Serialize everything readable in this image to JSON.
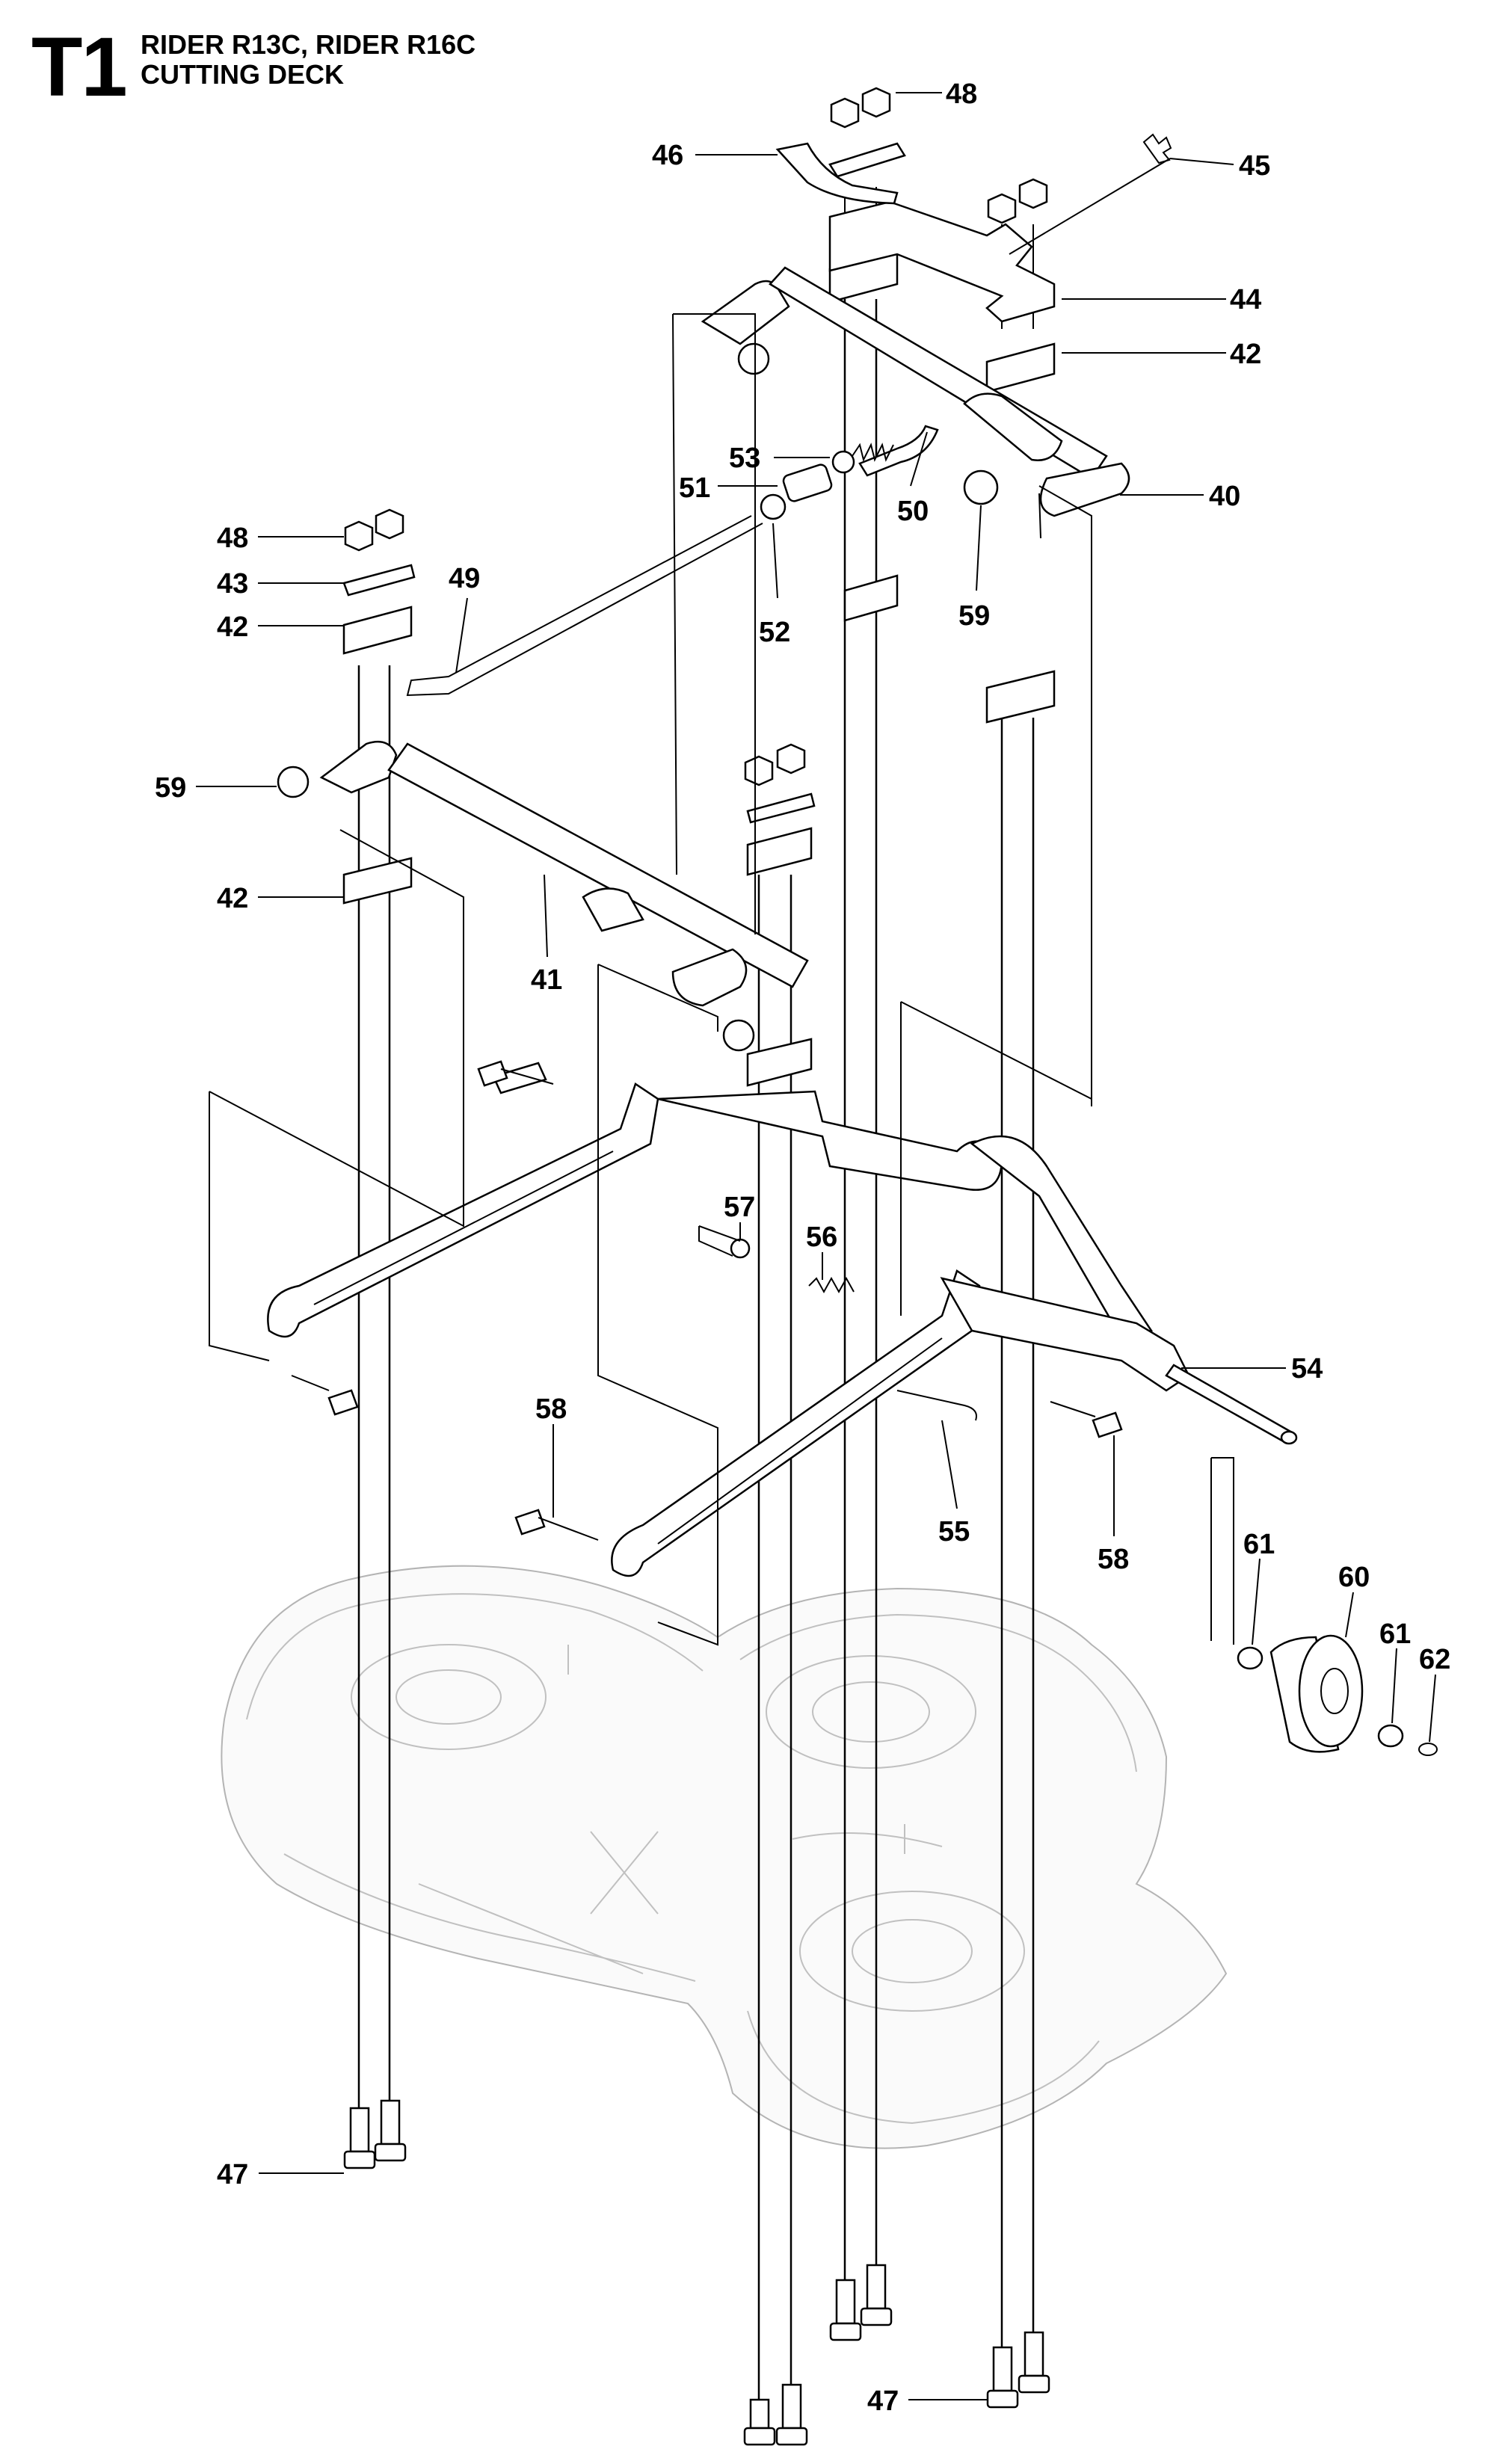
{
  "header": {
    "page_code": "T1",
    "title_lines": [
      "RIDER R13C, RIDER R16C",
      "CUTTING DECK"
    ]
  },
  "callouts": [
    {
      "id": "c48a",
      "label": "48"
    },
    {
      "id": "c46",
      "label": "46"
    },
    {
      "id": "c45",
      "label": "45"
    },
    {
      "id": "c44",
      "label": "44"
    },
    {
      "id": "c42a",
      "label": "42"
    },
    {
      "id": "c53",
      "label": "53"
    },
    {
      "id": "c51",
      "label": "51"
    },
    {
      "id": "c50",
      "label": "50"
    },
    {
      "id": "c40",
      "label": "40"
    },
    {
      "id": "c48b",
      "label": "48"
    },
    {
      "id": "c49",
      "label": "49"
    },
    {
      "id": "c43",
      "label": "43"
    },
    {
      "id": "c42b",
      "label": "42"
    },
    {
      "id": "c52",
      "label": "52"
    },
    {
      "id": "c59a",
      "label": "59"
    },
    {
      "id": "c59b",
      "label": "59"
    },
    {
      "id": "c42c",
      "label": "42"
    },
    {
      "id": "c41",
      "label": "41"
    },
    {
      "id": "c57",
      "label": "57"
    },
    {
      "id": "c56",
      "label": "56"
    },
    {
      "id": "c54",
      "label": "54"
    },
    {
      "id": "c58a",
      "label": "58"
    },
    {
      "id": "c55",
      "label": "55"
    },
    {
      "id": "c58b",
      "label": "58"
    },
    {
      "id": "c61a",
      "label": "61"
    },
    {
      "id": "c60",
      "label": "60"
    },
    {
      "id": "c61b",
      "label": "61"
    },
    {
      "id": "c62",
      "label": "62"
    },
    {
      "id": "c47a",
      "label": "47"
    },
    {
      "id": "c47b",
      "label": "47"
    }
  ]
}
